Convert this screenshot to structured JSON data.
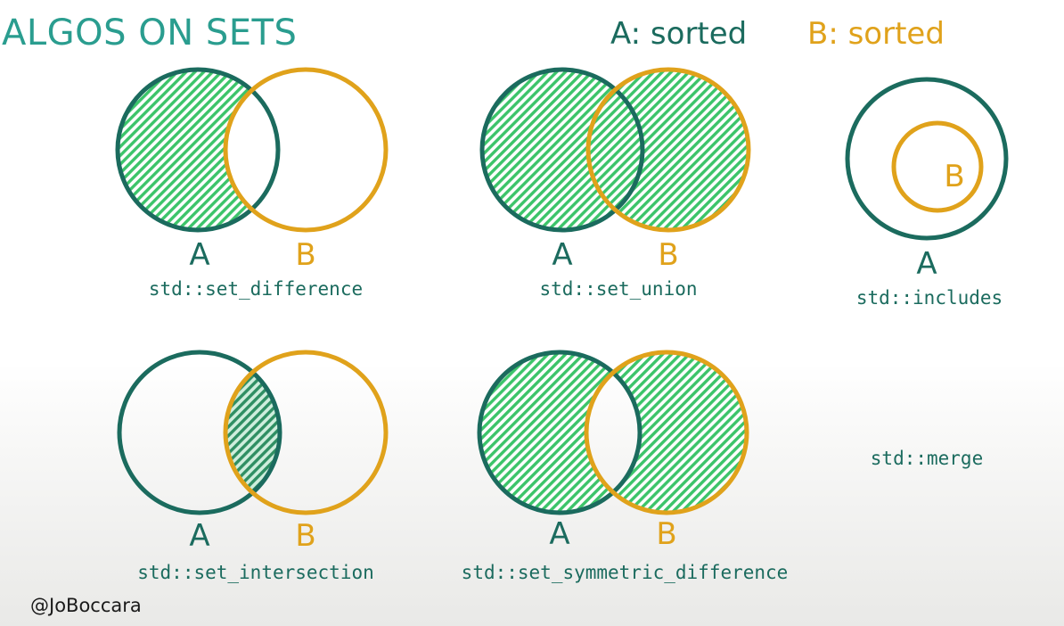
{
  "title": "ALGOS ON SETS",
  "legend": {
    "a_text": "A: sorted",
    "b_text": "B: sorted"
  },
  "colors": {
    "set_a": "#1b6b5e",
    "set_b": "#e0a21b",
    "title": "#2a9d8f",
    "hatch": "#3cc46a"
  },
  "set_labels": {
    "a": "A",
    "b": "B"
  },
  "diagrams": [
    {
      "id": "set-difference",
      "algorithm": "std::set_difference",
      "shaded": "A minus B"
    },
    {
      "id": "set-union",
      "algorithm": "std::set_union",
      "shaded": "A or B"
    },
    {
      "id": "includes",
      "algorithm": "std::includes",
      "shaded": "none"
    },
    {
      "id": "set-intersection",
      "algorithm": "std::set_intersection",
      "shaded": "A and B"
    },
    {
      "id": "set-symmetric-difference",
      "algorithm": "std::set_symmetric_difference",
      "shaded": "A xor B"
    },
    {
      "id": "merge",
      "algorithm": "std::merge",
      "shaded": "none"
    }
  ],
  "watermark": "@JoBoccara"
}
